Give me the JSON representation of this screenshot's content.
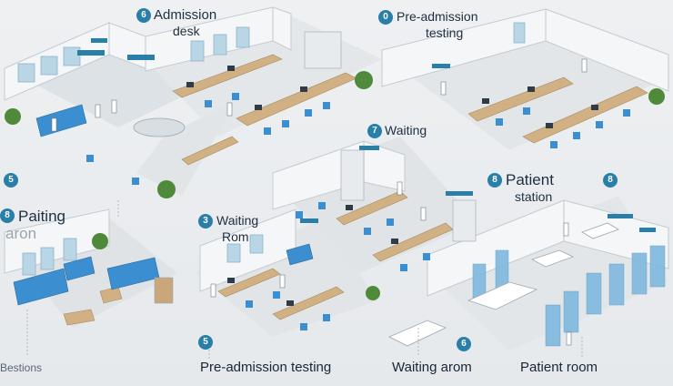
{
  "labels": {
    "admission_desk": "Admission\ndesk",
    "admission_desk_l1": "Admission",
    "admission_desk_l2": "desk",
    "pre_admission_l1": "Pre-admission",
    "pre_admission_l2": "testing",
    "waiting": "Waiting",
    "patient_station_l1": "Patient",
    "patient_station_l2": "station",
    "paiting": "Paiting",
    "arom": "aron",
    "waiting_rom_l1": "Waiting",
    "waiting_rom_l2": "Rom",
    "bestions": "Bestions",
    "bottom_pre_admission": "Pre-admission testing",
    "bottom_waiting": "Waiting arom",
    "bottom_patient_room": "Patient room"
  },
  "badges": {
    "admission_desk": "6",
    "pre_admission": "0",
    "waiting": "7",
    "patient_station": "8",
    "top_right": "8",
    "left_mid": "5",
    "paiting": "8",
    "waiting_rom": "3",
    "bottom_pre": "5",
    "bottom_waiting": "6"
  },
  "colors": {
    "floor": "#dfe3e6",
    "wall": "#f4f5f6",
    "accent": "#2a7fa8",
    "chair": "#3b8fd0",
    "desk": "#c9a77a"
  }
}
